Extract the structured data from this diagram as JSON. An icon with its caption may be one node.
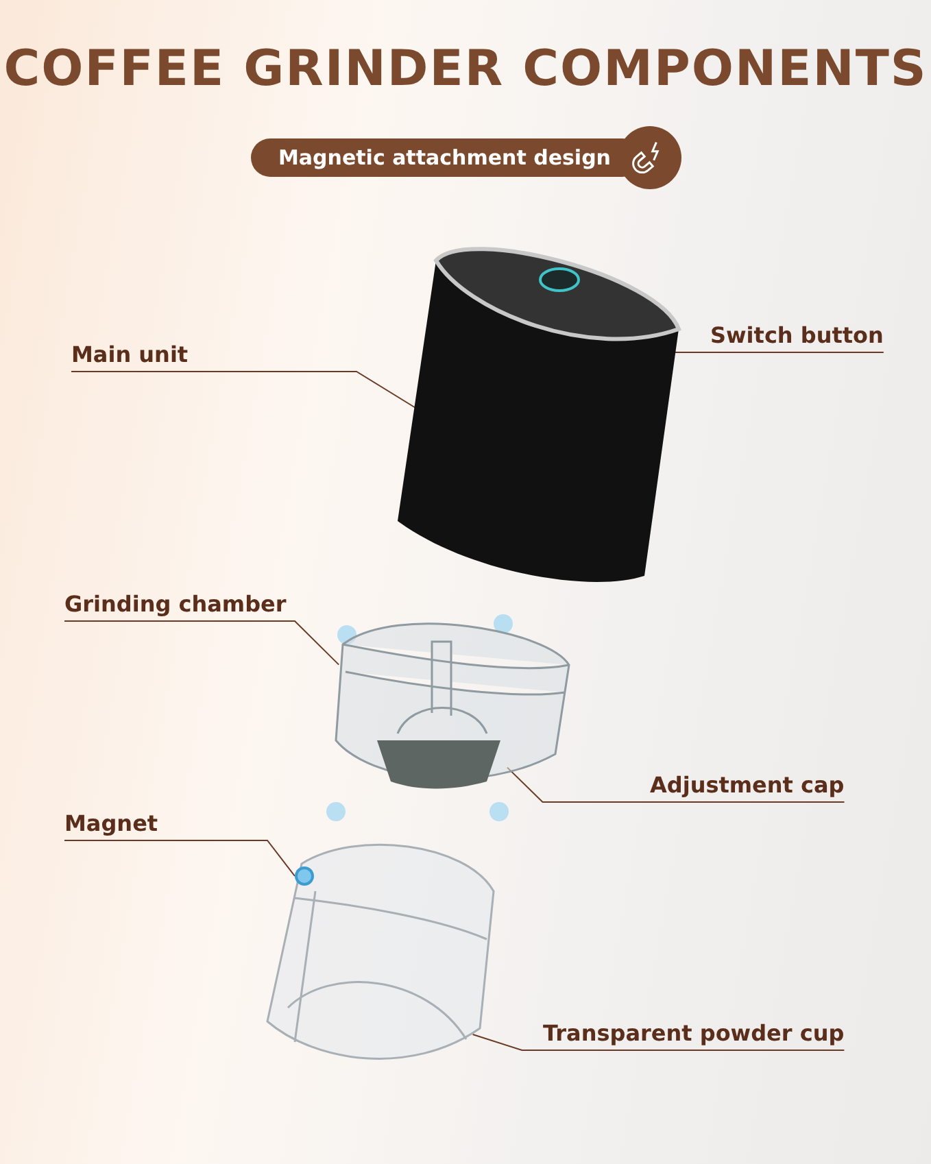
{
  "diagram": {
    "title": "COFFEE GRINDER COMPONENTS",
    "nodes": [
      {
        "text": [
          "Magnetic attachment design"
        ]
      },
      {
        "text": [
          "Main unit"
        ]
      },
      {
        "text": [
          "Switch button"
        ]
      },
      {
        "text": [
          "Grinding chamber"
        ]
      },
      {
        "text": [
          "Adjustment cap"
        ]
      },
      {
        "text": [
          "Magnet"
        ]
      },
      {
        "text": [
          "Transparent powder cup"
        ]
      },
      {
        "text": [],
        "shape": "picture"
      },
      {
        "text": [],
        "shape": "circle",
        "in": 7
      },
      {
        "text": [],
        "shape": "picture"
      },
      {
        "text": [],
        "shape": "picture",
        "in": 9
      },
      {
        "text": [],
        "shape": "picture"
      },
      {
        "text": [],
        "shape": "circle",
        "in": 11
      }
    ],
    "edges": [
      {
        "from": 1,
        "to": 7,
        "arrow": "none"
      },
      {
        "from": 2,
        "to": 8,
        "arrow": "none"
      },
      {
        "from": 3,
        "to": 9,
        "arrow": "none"
      },
      {
        "from": 4,
        "to": 10,
        "arrow": "none"
      },
      {
        "from": 5,
        "to": 12,
        "arrow": "none"
      },
      {
        "from": 6,
        "to": 11,
        "arrow": "none"
      }
    ]
  }
}
